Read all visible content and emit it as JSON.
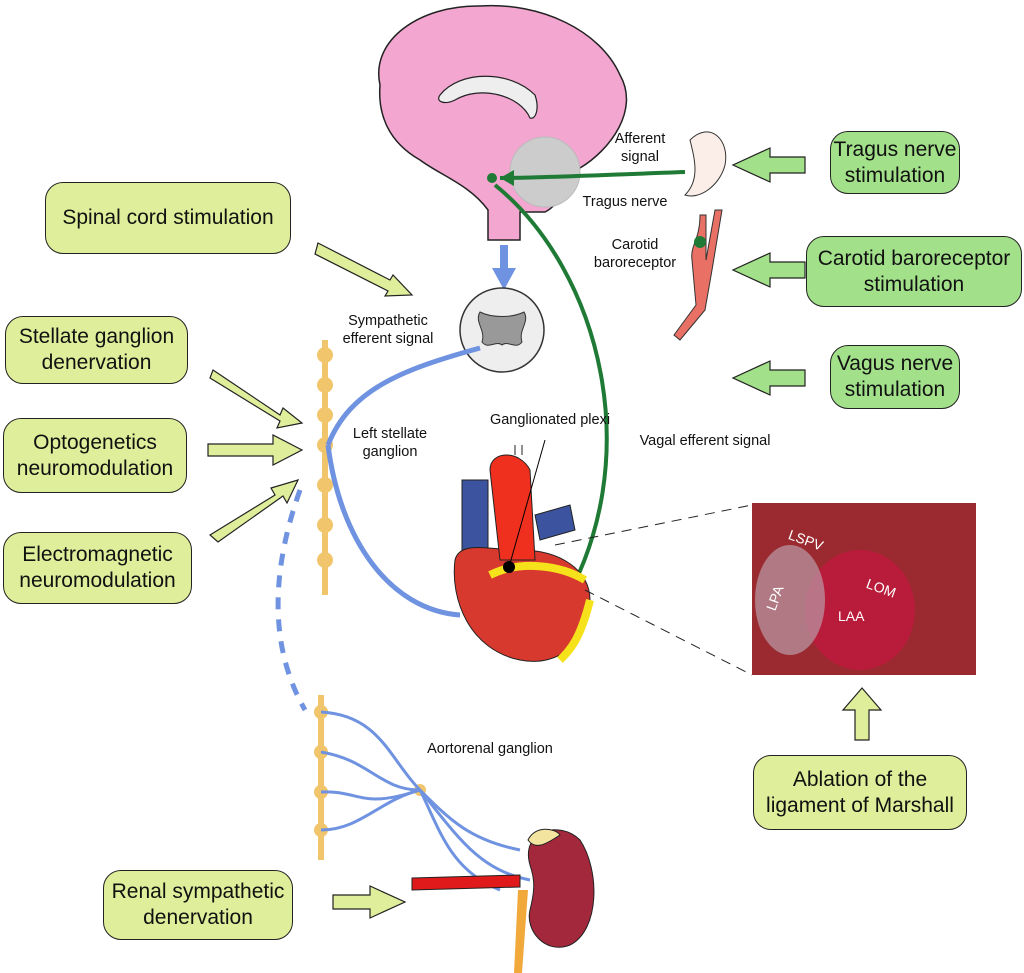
{
  "interventions_left": {
    "spinal": "Spinal cord stimulation",
    "stellate": "Stellate ganglion denervation",
    "optogenetics": "Optogenetics neuromodulation",
    "electromagnetic": "Electromagnetic neuromodulation",
    "renal": "Renal sympathetic denervation"
  },
  "interventions_right": {
    "tragus": "Tragus nerve stimulation",
    "carotid": "Carotid baroreceptor stimulation",
    "vagus": "Vagus nerve stimulation",
    "marshall": "Ablation of the ligament of Marshall"
  },
  "labels": {
    "afferent": "Afferent signal",
    "tragus_nerve": "Tragus nerve",
    "carotid_baro": "Carotid baroreceptor",
    "sympathetic": "Sympathetic efferent signal",
    "left_stellate": "Left stellate ganglion",
    "ganglionated": "Ganglionated plexi",
    "vagal": "Vagal efferent signal",
    "aortorenal": "Aortorenal ganglion"
  },
  "photo_labels": {
    "lspv": "LSPV",
    "lpa": "LPA",
    "lom": "LOM",
    "laa": "LAA"
  },
  "colors": {
    "sympathetic": "#6f93e0",
    "vagal": "#1f7a35",
    "box_yellow": "#dfee9a",
    "box_green": "#a2e08a"
  }
}
